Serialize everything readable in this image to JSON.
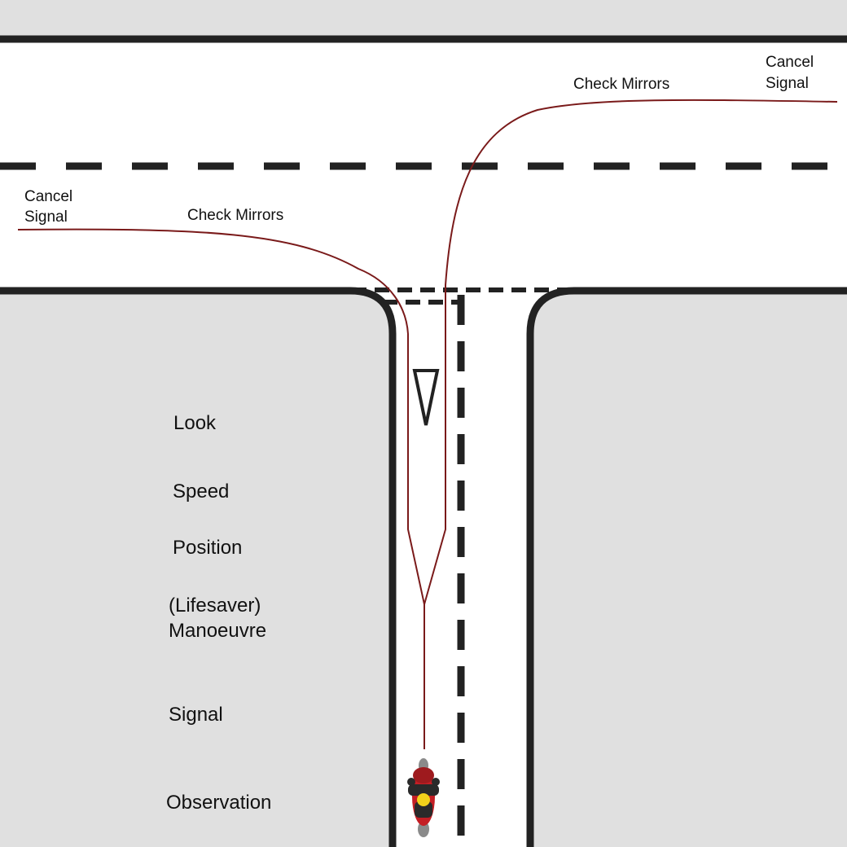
{
  "colors": {
    "verge": "#e0e0e0",
    "road": "#ffffff",
    "line": "#222222",
    "path": "#7a1a1a",
    "rider_body": "#c41e24",
    "rider_helmet": "#f2d21b",
    "rider_dark": "#2a2a2a"
  },
  "labels": {
    "cancel_signal_left_1": "Cancel",
    "cancel_signal_left_2": "Signal",
    "check_mirrors_left": "Check Mirrors",
    "check_mirrors_right": "Check Mirrors",
    "cancel_signal_right_1": "Cancel",
    "cancel_signal_right_2": "Signal",
    "look": "Look",
    "speed": "Speed",
    "position": "Position",
    "manoeuvre_1": "(Lifesaver)",
    "manoeuvre_2": "Manoeuvre",
    "signal": "Signal",
    "observation": "Observation"
  },
  "icons": {
    "give_way": "give-way-triangle-icon",
    "rider": "motorcycle-rider-icon"
  }
}
